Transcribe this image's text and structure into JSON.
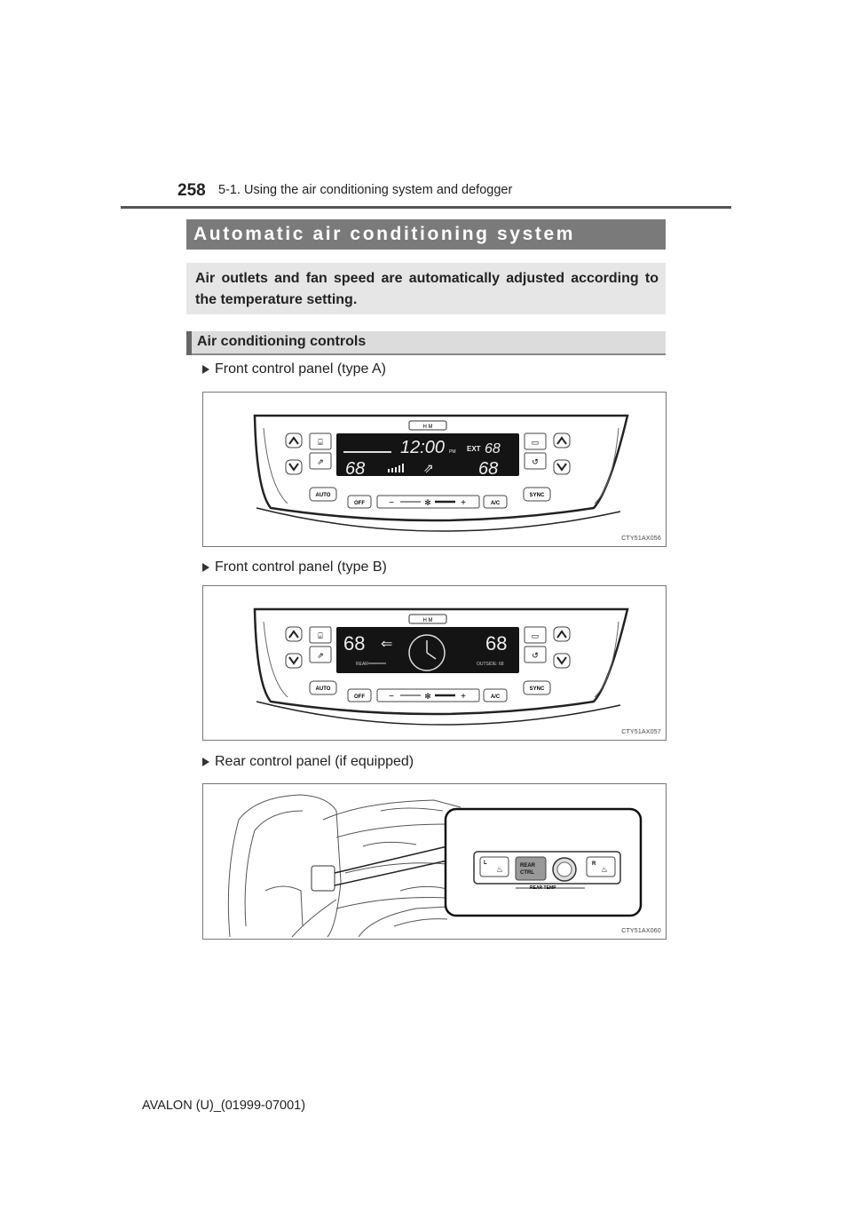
{
  "header": {
    "page_number": "258",
    "chapter": "5-1. Using the air conditioning system and defogger"
  },
  "section": {
    "title": "Automatic air conditioning system",
    "intro": "Air outlets and fan speed are automatically adjusted according to the temperature setting."
  },
  "subsection": {
    "title": "Air conditioning controls"
  },
  "figures": [
    {
      "caption": "Front control panel (type A)",
      "code": "CTY51AX056",
      "display": {
        "clock": "12:00",
        "clock_suffix": "PM",
        "ext_label": "EXT",
        "ext_temp": "68",
        "temp_left": "68",
        "temp_right": "68"
      },
      "buttons": {
        "hm": "H   M",
        "auto": "AUTO",
        "off": "OFF",
        "ac": "A/C",
        "sync": "SYNC",
        "minus": "−",
        "plus": "+"
      }
    },
    {
      "caption": "Front control panel (type B)",
      "code": "CTY51AX057",
      "display": {
        "temp_left": "68",
        "temp_right": "68",
        "rear_label": "REAR",
        "outside_label": "OUTSIDE: 68"
      },
      "buttons": {
        "hm": "H   M",
        "auto": "AUTO",
        "off": "OFF",
        "ac": "A/C",
        "sync": "SYNC",
        "minus": "−",
        "plus": "+"
      }
    },
    {
      "caption": "Rear control panel (if equipped)",
      "code": "CTY51AX060",
      "labels": {
        "left": "L",
        "right": "R",
        "rear_ctrl_1": "REAR",
        "rear_ctrl_2": "CTRL",
        "rear_temp": "REAR TEMP"
      }
    }
  ],
  "footer": {
    "model": "AVALON (U)_(01999-07001)"
  },
  "colors": {
    "section_bar": "#7a7a7a",
    "intro_box": "#e6e6e6",
    "display_bg": "#141414"
  }
}
